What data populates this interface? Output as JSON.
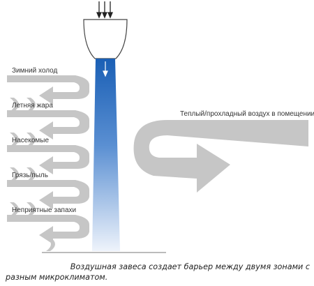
{
  "labels": {
    "winter_cold": "Зимний холод",
    "summer_heat": "Летняя жара",
    "insects": "Насекомые",
    "dirt_dust": "Грязь/пыль",
    "bad_smells": "Неприятные запахи",
    "indoor_air": "Теплый/прохладный воздух в помещении"
  },
  "caption": {
    "line1": "Воздушная завеса создает барьер между двумя зонами с",
    "line2": "разным микроклиматом."
  },
  "colors": {
    "arrow_gray": "#c8c8c8",
    "curtain_top": "#1a5fb5",
    "curtain_bottom": "#e6eef9",
    "outline": "#555555"
  }
}
